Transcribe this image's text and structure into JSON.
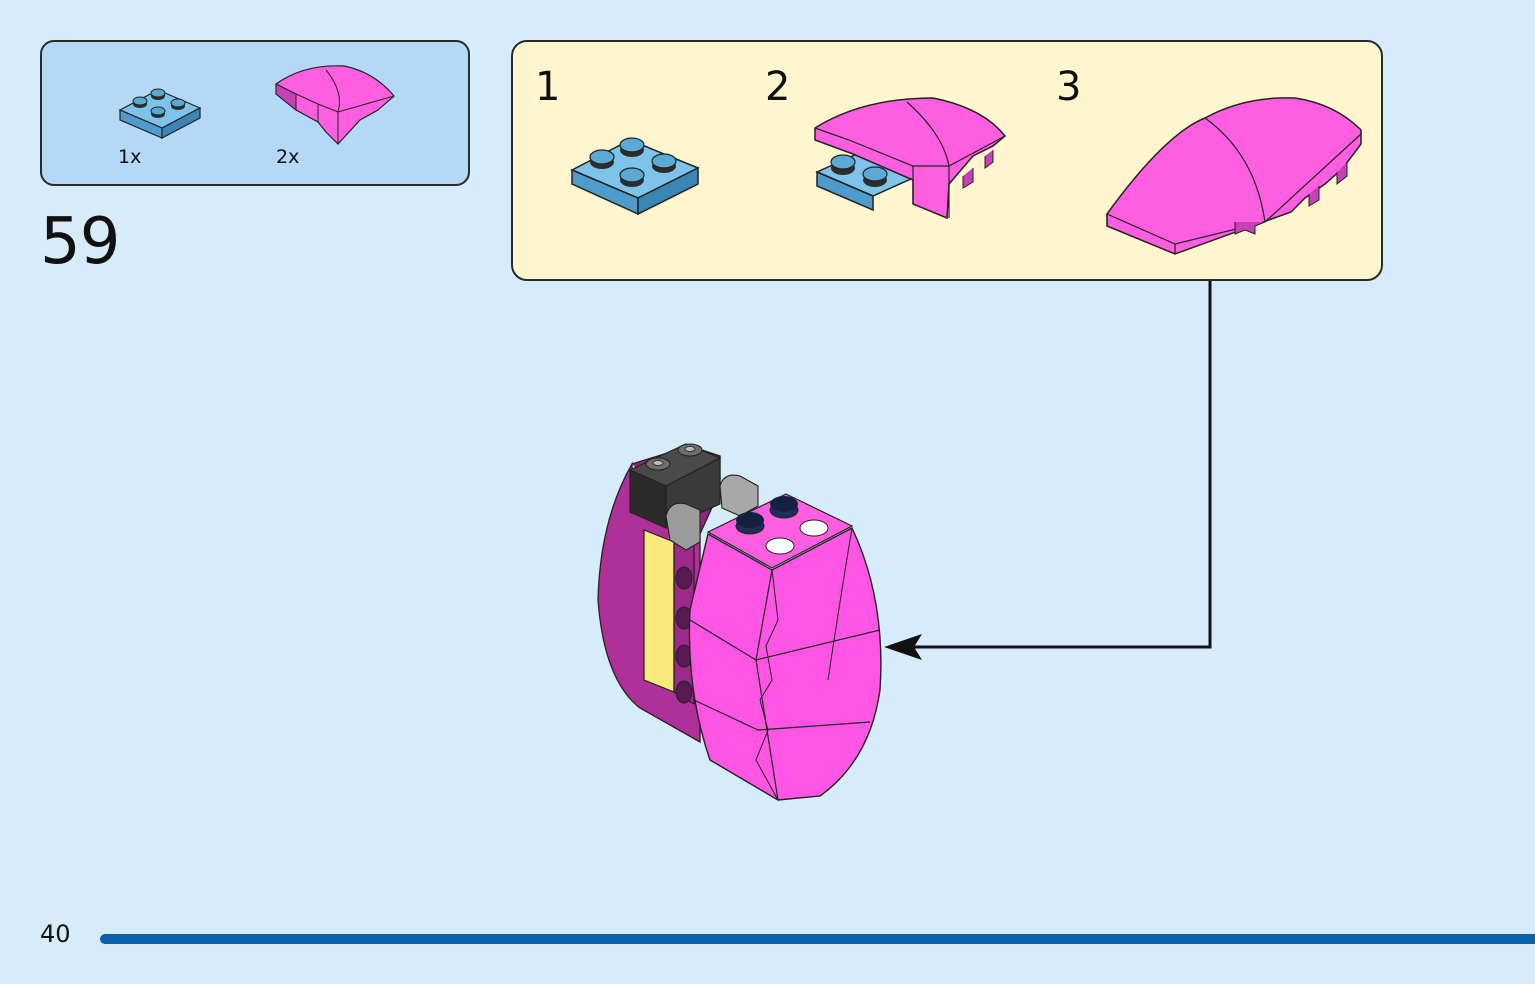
{
  "parts_list": {
    "items": [
      {
        "piece": "plate-2x2",
        "color": "#5aa9d6",
        "quantity": "1x"
      },
      {
        "piece": "curved-slope-wedge",
        "color": "#ff5ee0",
        "quantity": "2x"
      }
    ]
  },
  "step": {
    "number": "59"
  },
  "sub_assembly": {
    "steps": [
      {
        "label": "1"
      },
      {
        "label": "2"
      },
      {
        "label": "3"
      }
    ]
  },
  "page": {
    "number": "40",
    "progress": 1.0
  },
  "colors": {
    "background": "#d6ecfb",
    "parts_box": "#b4d8f5",
    "sub_assembly_box": "#fff6cf",
    "pink": "#ff5ee0",
    "magenta_dark": "#b0309a",
    "plate_blue": "#5aa9d6",
    "progress_bar": "#0a62ad"
  },
  "icons": [
    "plate-2x2-icon",
    "curved-slope-icon",
    "callout-arrow-icon"
  ]
}
